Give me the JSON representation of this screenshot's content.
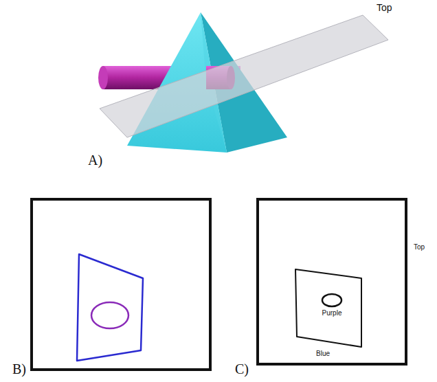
{
  "diagram": {
    "labels": [
      "Top",
      "A)",
      "B)",
      "C)",
      "Purple",
      "Blue",
      "Top"
    ]
  }
}
